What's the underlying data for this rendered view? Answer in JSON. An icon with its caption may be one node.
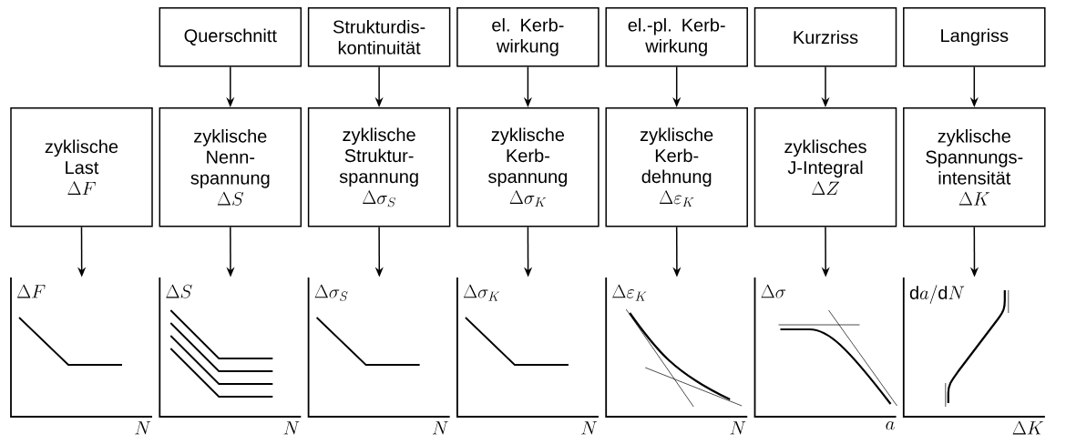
{
  "diagram": {
    "nodes": [
      {
        "text": [
          "Querschnitt"
        ]
      },
      {
        "text": [
          "Strukturdis-kontinuität"
        ]
      },
      {
        "text": [
          "el. Kerb-wirkung"
        ]
      },
      {
        "text": [
          "el.-pl. Kerb-wirkung"
        ]
      },
      {
        "text": [
          "Kurzriss"
        ]
      },
      {
        "text": [
          "Langriss"
        ]
      },
      {
        "text": [
          "zyklische Last",
          "\\Delta F"
        ]
      },
      {
        "text": [
          "zyklische Nenn-spannung",
          "\\Delta S"
        ]
      },
      {
        "text": [
          "zyklische Struktur-spannung",
          "\\Delta\\sigma_{S}"
        ]
      },
      {
        "text": [
          "zyklische Kerb-spannung",
          "\\Delta\\sigma_{K}"
        ]
      },
      {
        "text": [
          "zyklische Kerb-dehnung",
          "\\Delta\\varepsilon_{K}"
        ]
      },
      {
        "text": [
          "zyklisches J-Integral",
          "\\Delta Z"
        ]
      },
      {
        "text": [
          "zyklische Spannungs-intensität",
          "\\Delta K"
        ]
      },
      {
        "text": [
          "\\Delta F",
          "N"
        ]
      },
      {
        "text": [
          "\\Delta S",
          "N"
        ]
      },
      {
        "text": [
          "\\Delta\\mathrm{\\sigma}_{S}",
          "N"
        ]
      },
      {
        "text": [
          "\\Delta\\mathrm{\\sigma}_{K}",
          "N"
        ]
      },
      {
        "text": [
          "\\Delta\\varepsilon_{K}",
          "N"
        ]
      },
      {
        "text": [
          "\\Delta\\sigma",
          "a"
        ]
      },
      {
        "text": [
          "\\mathrm{d}a/\\mathrm{d}N",
          "\\Delta K"
        ]
      }
    ],
    "edges": [
      {
        "from": 0,
        "to": 7,
        "arrow": "to"
      },
      {
        "from": 1,
        "to": 8,
        "arrow": "to"
      },
      {
        "from": 2,
        "to": 9,
        "arrow": "to"
      },
      {
        "from": 3,
        "to": 10,
        "arrow": "to"
      },
      {
        "from": 4,
        "to": 11,
        "arrow": "to"
      },
      {
        "from": 5,
        "to": 12,
        "arrow": "to"
      },
      {
        "from": 6,
        "to": 13,
        "arrow": "to"
      },
      {
        "from": 7,
        "to": 14,
        "arrow": "to"
      },
      {
        "from": 8,
        "to": 15,
        "arrow": "to"
      },
      {
        "from": 9,
        "to": 16,
        "arrow": "to"
      },
      {
        "from": 10,
        "to": 17,
        "arrow": "to"
      },
      {
        "from": 11,
        "to": 18,
        "arrow": "to"
      },
      {
        "from": 12,
        "to": 19,
        "arrow": "to"
      }
    ]
  }
}
